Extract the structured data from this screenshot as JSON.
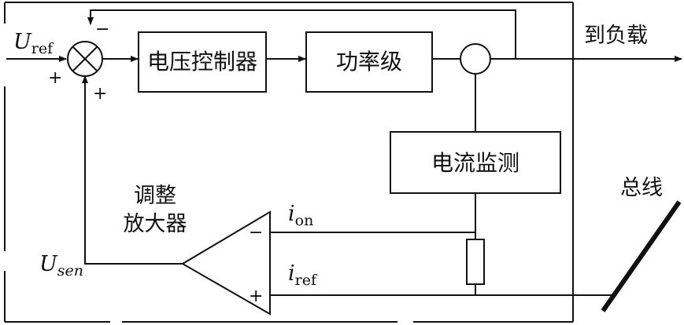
{
  "blocks": {
    "voltage_controller": "电压控制器",
    "power_stage": "功率级",
    "current_monitor": "电流监测",
    "adjust_amp_line1": "调整",
    "adjust_amp_line2": "放大器"
  },
  "labels": {
    "to_load": "到负载",
    "bus": "总线",
    "u_main": "U",
    "u_ref_sub": "ref",
    "u_sen_sub": "sen",
    "i_main": "i",
    "i_on_sub": "on",
    "i_ref_sub": "ref"
  },
  "signs": {
    "sum_top": "−",
    "sum_left": "+",
    "sum_bottom": "+",
    "amp_top": "−",
    "amp_bottom": "+"
  }
}
